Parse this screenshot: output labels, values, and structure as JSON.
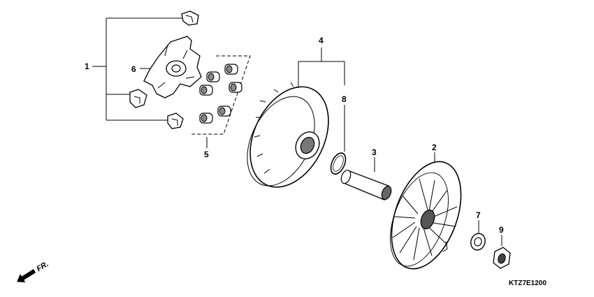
{
  "diagram": {
    "callouts": {
      "c1": "1",
      "c2": "2",
      "c3": "3",
      "c4": "4",
      "c5": "5",
      "c6": "6",
      "c7": "7",
      "c8": "8",
      "c9": "9"
    },
    "direction_label": "FR.",
    "diagram_code": "KTZ7E1200"
  }
}
